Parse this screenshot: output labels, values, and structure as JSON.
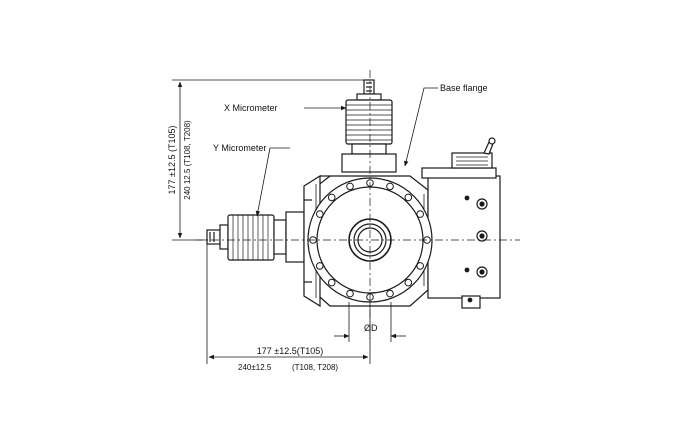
{
  "labels": {
    "x_micrometer": "X Micrometer",
    "y_micrometer": "Y Micrometer",
    "base_flange": "Base flange",
    "diameter": "ØD"
  },
  "vertical_dims": {
    "primary": "177 ±12.5 (T105)",
    "secondary": "240  12.5   (T108, T208)"
  },
  "horizontal_dims": {
    "primary": "177  ±12.5(T105)",
    "secondary_value": "240±12.5",
    "secondary_models": "(T108, T208)"
  },
  "colors": {
    "ink": "#1a1a1a",
    "background": "#ffffff"
  }
}
